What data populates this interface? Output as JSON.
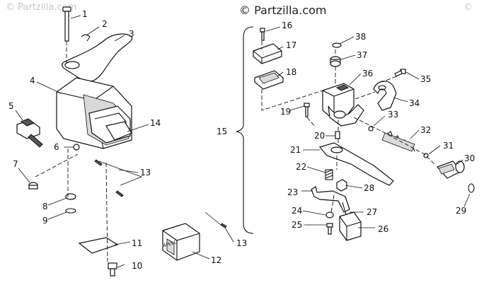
{
  "watermark": {
    "brand": "© Partzilla.com",
    "faint_left": "© Partzilla.com",
    "faint_right": "©"
  },
  "switch_label": "4H/LO",
  "callouts": {
    "c1": "1",
    "c2": "2",
    "c3": "3",
    "c4": "4",
    "c5": "5",
    "c6": "6",
    "c7": "7",
    "c8": "8",
    "c9": "9",
    "c10": "10",
    "c11": "11",
    "c12": "12",
    "c13a": "13",
    "c13b": "13",
    "c14": "14",
    "c15": "15",
    "c16": "16",
    "c17": "17",
    "c18": "18",
    "c19": "19",
    "c20": "20",
    "c21": "21",
    "c22": "22",
    "c23": "23",
    "c24": "24",
    "c25": "25",
    "c26": "26",
    "c27": "27",
    "c28": "28",
    "c29": "29",
    "c30": "30",
    "c31": "31",
    "c32": "32",
    "c33": "33",
    "c34": "34",
    "c35": "35",
    "c36": "36",
    "c37": "37",
    "c38": "38"
  }
}
